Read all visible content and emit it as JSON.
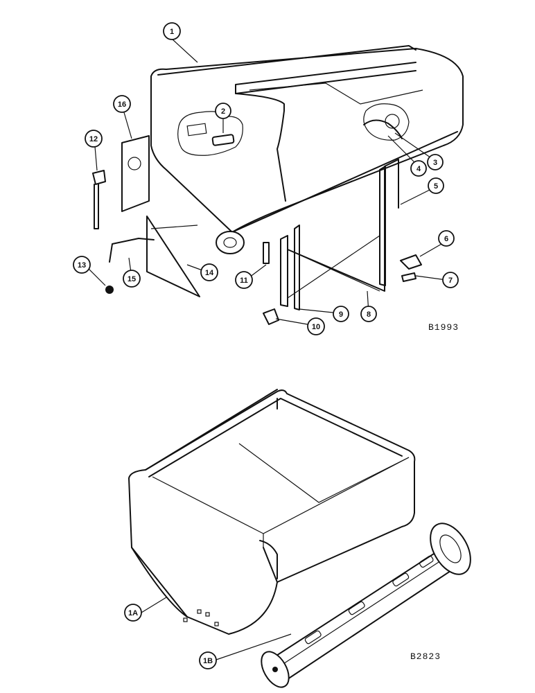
{
  "callouts": {
    "c1": "1",
    "c2": "2",
    "c3": "3",
    "c4": "4",
    "c5": "5",
    "c6": "6",
    "c7": "7",
    "c8": "8",
    "c9": "9",
    "c10": "10",
    "c11": "11",
    "c12": "12",
    "c13": "13",
    "c14": "14",
    "c15": "15",
    "c16": "16",
    "c1a": "1A",
    "c1b": "1B"
  },
  "figure_codes": {
    "top": "B1993",
    "bottom": "B2823"
  }
}
